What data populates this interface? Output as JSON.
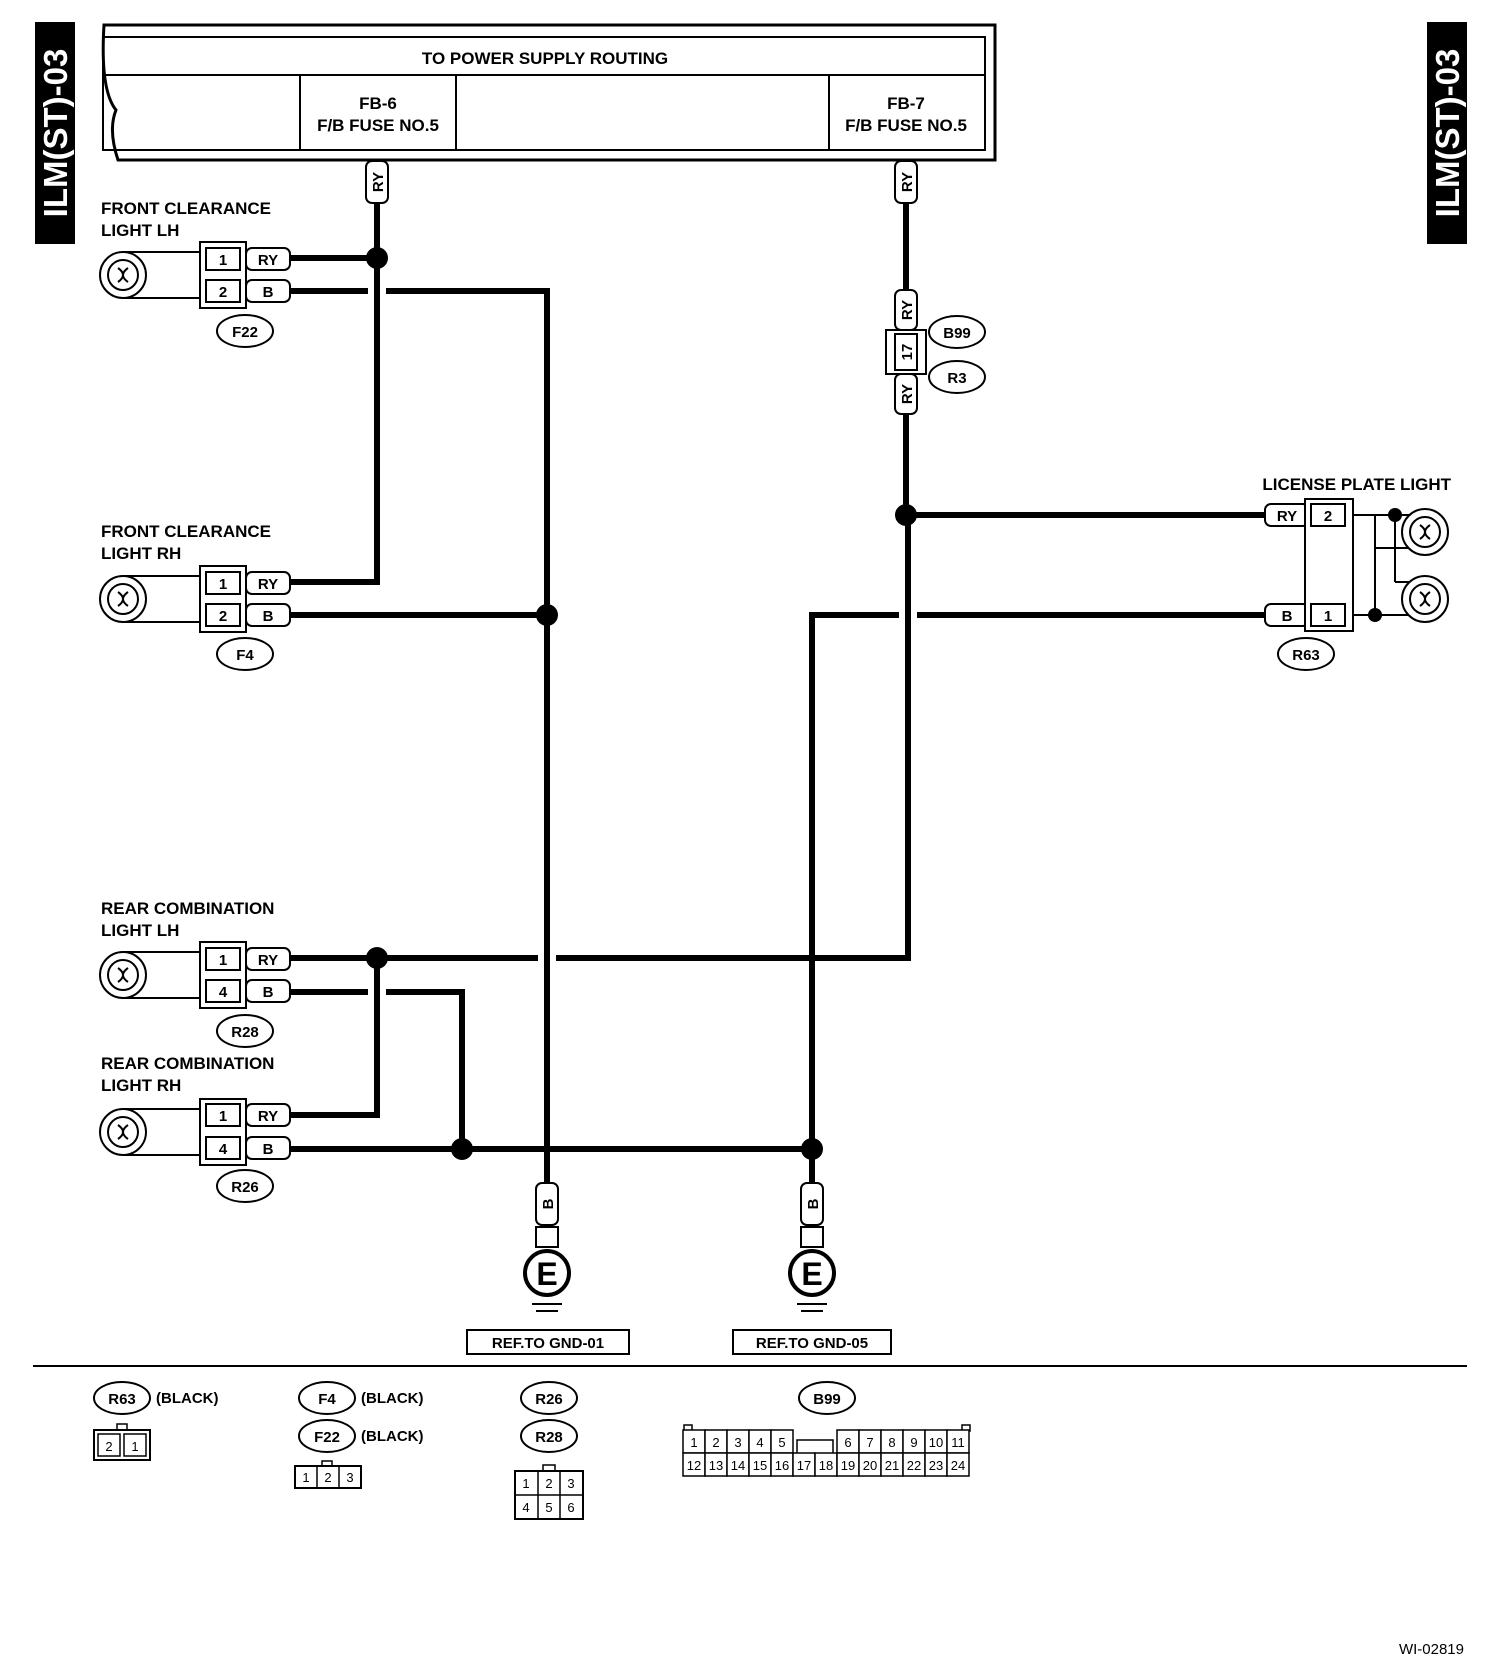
{
  "side_tab": "ILM(ST)-03",
  "power_box": {
    "title": "TO POWER SUPPLY ROUTING",
    "fuse_left": {
      "name": "FB-6",
      "desc": "F/B FUSE NO.5"
    },
    "fuse_right": {
      "name": "FB-7",
      "desc": "F/B FUSE NO.5"
    }
  },
  "wire_colors": {
    "ry": "RY",
    "b": "B"
  },
  "components": {
    "front_lh": {
      "line1": "FRONT CLEARANCE",
      "line2": "LIGHT LH",
      "pin_a": "1",
      "pin_b": "2",
      "connector": "F22"
    },
    "front_rh": {
      "line1": "FRONT CLEARANCE",
      "line2": "LIGHT RH",
      "pin_a": "1",
      "pin_b": "2",
      "connector": "F4"
    },
    "rear_lh": {
      "line1": "REAR COMBINATION",
      "line2": "LIGHT LH",
      "pin_a": "1",
      "pin_b": "4",
      "connector": "R28"
    },
    "rear_rh": {
      "line1": "REAR COMBINATION",
      "line2": "LIGHT RH",
      "pin_a": "1",
      "pin_b": "4",
      "connector": "R26"
    },
    "license": {
      "title": "LICENSE PLATE LIGHT",
      "pin_a": "2",
      "pin_b": "1",
      "connector": "R63"
    }
  },
  "joint_connector": {
    "pin": "17",
    "upper": "B99",
    "lower": "R3"
  },
  "grounds": [
    {
      "symbol": "E",
      "ref": "REF.TO GND-01"
    },
    {
      "symbol": "E",
      "ref": "REF.TO GND-05"
    }
  ],
  "legend": {
    "r63": {
      "code": "R63",
      "color": "(BLACK)",
      "pins": [
        "2",
        "1"
      ]
    },
    "f4": {
      "code": "F4",
      "color": "(BLACK)"
    },
    "f22": {
      "code": "F22",
      "color": "(BLACK)",
      "pins": [
        "1",
        "2",
        "3"
      ]
    },
    "r26": {
      "code": "R26"
    },
    "r28": {
      "code": "R28",
      "pins_top": [
        "1",
        "2",
        "3"
      ],
      "pins_bottom": [
        "4",
        "5",
        "6"
      ]
    },
    "b99": {
      "code": "B99",
      "pins_top": [
        "1",
        "2",
        "3",
        "4",
        "5",
        "6",
        "7",
        "8",
        "9",
        "10",
        "11"
      ],
      "pins_bottom": [
        "12",
        "13",
        "14",
        "15",
        "16",
        "17",
        "18",
        "19",
        "20",
        "21",
        "22",
        "23",
        "24"
      ]
    }
  },
  "figure_id": "WI-02819"
}
